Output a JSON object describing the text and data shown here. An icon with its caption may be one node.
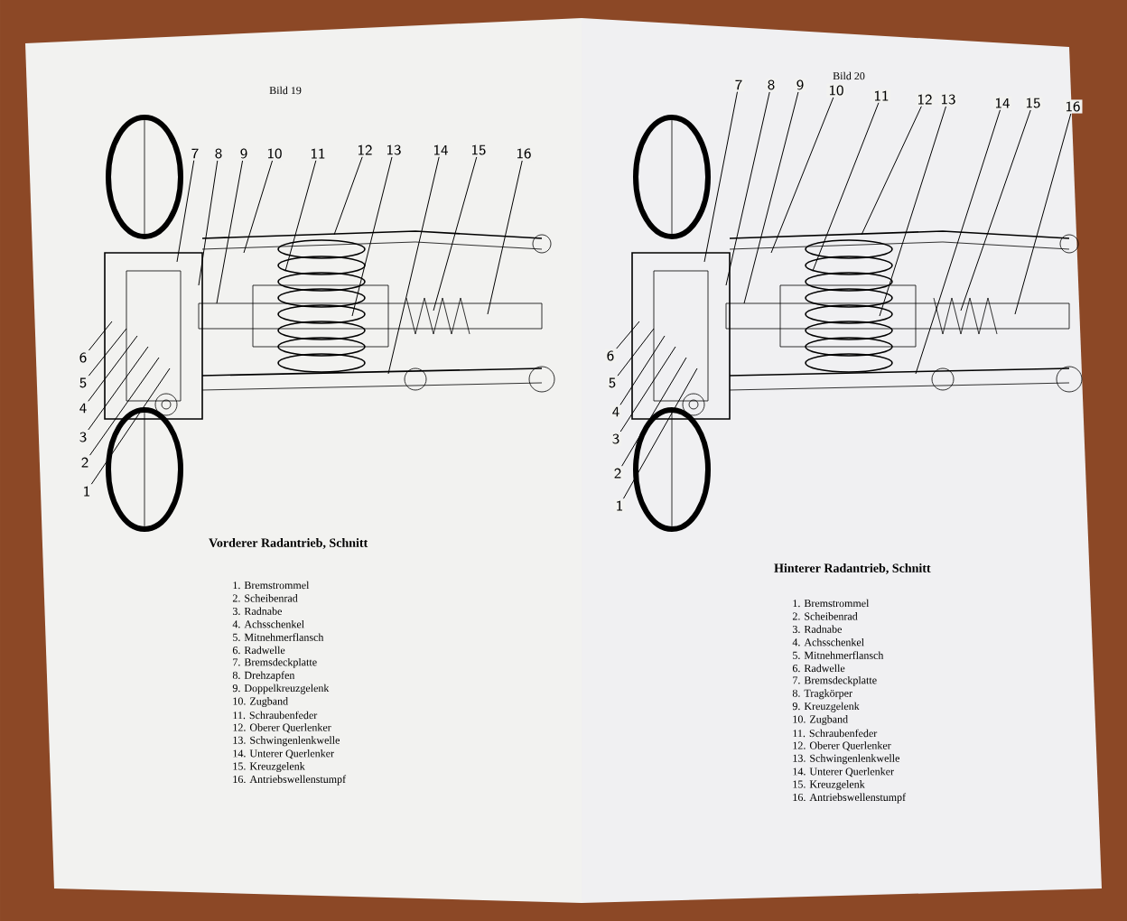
{
  "diagram": {
    "nodes": [
      {
        "text": [
          "1"
        ]
      },
      {
        "text": [
          "2"
        ]
      },
      {
        "text": [
          "3"
        ]
      },
      {
        "text": [
          "4"
        ]
      },
      {
        "text": [
          "5"
        ]
      },
      {
        "text": [
          "6"
        ]
      },
      {
        "text": [
          "7"
        ]
      },
      {
        "text": [
          "8"
        ]
      },
      {
        "text": [
          "9"
        ]
      },
      {
        "text": [
          "10"
        ]
      },
      {
        "text": [
          "11"
        ]
      },
      {
        "text": [
          "12"
        ]
      },
      {
        "text": [
          "13"
        ]
      },
      {
        "text": [
          "14"
        ]
      },
      {
        "text": [
          "15"
        ]
      },
      {
        "text": [
          "16"
        ]
      },
      {
        "text": [
          "1"
        ]
      },
      {
        "text": [
          "2"
        ]
      },
      {
        "text": [
          "3"
        ]
      },
      {
        "text": [
          "4"
        ]
      },
      {
        "text": [
          "5"
        ]
      },
      {
        "text": [
          "6"
        ]
      },
      {
        "text": [
          "7"
        ]
      },
      {
        "text": [
          "8"
        ]
      },
      {
        "text": [
          "9"
        ]
      },
      {
        "text": [
          "10"
        ]
      },
      {
        "text": [
          "11"
        ]
      },
      {
        "text": [
          "12"
        ]
      },
      {
        "text": [
          "13"
        ]
      },
      {
        "text": [
          "14"
        ]
      },
      {
        "text": [
          "15"
        ]
      },
      {
        "text": [
          "16"
        ]
      }
    ],
    "edges": [
      {
        "from": 0,
        "to": null,
        "arrow": "none"
      },
      {
        "from": 1,
        "to": null,
        "arrow": "none"
      },
      {
        "from": 2,
        "to": null,
        "arrow": "none"
      },
      {
        "from": 3,
        "to": null,
        "arrow": "none"
      },
      {
        "from": 4,
        "to": null,
        "arrow": "none"
      },
      {
        "from": 5,
        "to": null,
        "arrow": "none"
      },
      {
        "from": 6,
        "to": null,
        "arrow": "none"
      },
      {
        "from": 7,
        "to": null,
        "arrow": "none"
      },
      {
        "from": 8,
        "to": null,
        "arrow": "none"
      },
      {
        "from": 9,
        "to": null,
        "arrow": "none"
      },
      {
        "from": 10,
        "to": null,
        "arrow": "none"
      },
      {
        "from": 11,
        "to": null,
        "arrow": "none"
      },
      {
        "from": 12,
        "to": null,
        "arrow": "none"
      },
      {
        "from": 13,
        "to": null,
        "arrow": "none"
      },
      {
        "from": 14,
        "to": null,
        "arrow": "none"
      },
      {
        "from": 15,
        "to": null,
        "arrow": "none"
      },
      {
        "from": 16,
        "to": null,
        "arrow": "none"
      },
      {
        "from": 17,
        "to": null,
        "arrow": "none"
      },
      {
        "from": 18,
        "to": null,
        "arrow": "none"
      },
      {
        "from": 19,
        "to": null,
        "arrow": "none"
      },
      {
        "from": 20,
        "to": null,
        "arrow": "none"
      },
      {
        "from": 21,
        "to": null,
        "arrow": "none"
      },
      {
        "from": 22,
        "to": null,
        "arrow": "none"
      },
      {
        "from": 23,
        "to": null,
        "arrow": "none"
      },
      {
        "from": 24,
        "to": null,
        "arrow": "none"
      },
      {
        "from": 25,
        "to": null,
        "arrow": "none"
      },
      {
        "from": 26,
        "to": null,
        "arrow": "none"
      },
      {
        "from": 27,
        "to": null,
        "arrow": "none"
      },
      {
        "from": 28,
        "to": null,
        "arrow": "none"
      },
      {
        "from": 29,
        "to": null,
        "arrow": "none"
      },
      {
        "from": 30,
        "to": null,
        "arrow": "none"
      },
      {
        "from": 31,
        "to": null,
        "arrow": "none"
      }
    ],
    "labels": [
      "Bild 19",
      "Vorderer Radantrieb, Schnitt",
      "1. Bremstrommel",
      "2. Scheibenrad",
      "3. Radnabe",
      "4. Achsschenkel",
      "5. Mitnehmerflansch",
      "6. Radwelle",
      "7. Bremsdeckplatte",
      "8. Drehzapfen",
      "9. Doppelkreuzgelenk",
      "10. Zugband",
      "11. Schraubenfeder",
      "12. Oberer Querlenker",
      "13. Schwingenlenkwelle",
      "14. Unterer Querlenker",
      "15. Kreuzgelenk",
      "16. Antriebswellenstumpf",
      "Bild 20",
      "Hinterer Radantrieb, Schnitt",
      "1. Bremstrommel",
      "2. Scheibenrad",
      "3. Radnabe",
      "4. Achsschenkel",
      "5. Mitnehmerflansch",
      "6. Radwelle",
      "7. Bremsdeckplatte",
      "8. Tragkörper",
      "9. Kreuzgelenk",
      "10. Zugband",
      "11. Schraubenfeder",
      "12. Oberer Querlenker",
      "13. Schwingenlenkwelle",
      "14. Unterer Querlenker",
      "15. Kreuzgelenk",
      "16. Antriebswellenstumpf"
    ]
  }
}
